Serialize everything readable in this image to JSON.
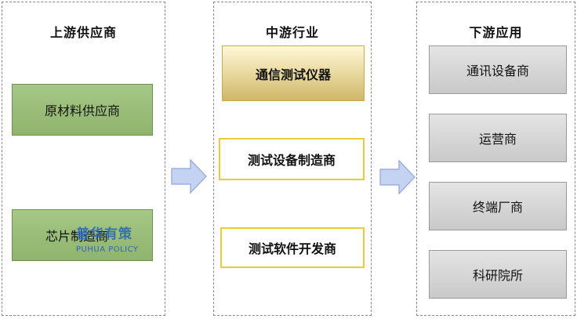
{
  "upstream": {
    "title": "上游供应商",
    "items": [
      "原材料供应商",
      "芯片制造商"
    ]
  },
  "midstream": {
    "title": "中游行业",
    "items": [
      "通信测试仪器",
      "测试设备制造商",
      "测试软件开发商"
    ]
  },
  "downstream": {
    "title": "下游应用",
    "items": [
      "通讯设备商",
      "运营商",
      "终端厂商",
      "科研院所"
    ]
  },
  "watermark": {
    "cn": "普华有策",
    "en": "PUHUA POLICY"
  },
  "colors": {
    "upstream_box": "#9bbf7b",
    "midstream_highlight": "#e6d69a",
    "midstream_border": "#f0c93a",
    "downstream_box": "#d0d0d0",
    "arrow_fill": "#c5d3f2",
    "arrow_stroke": "#8fa6d8",
    "watermark": "#2b67b8"
  }
}
